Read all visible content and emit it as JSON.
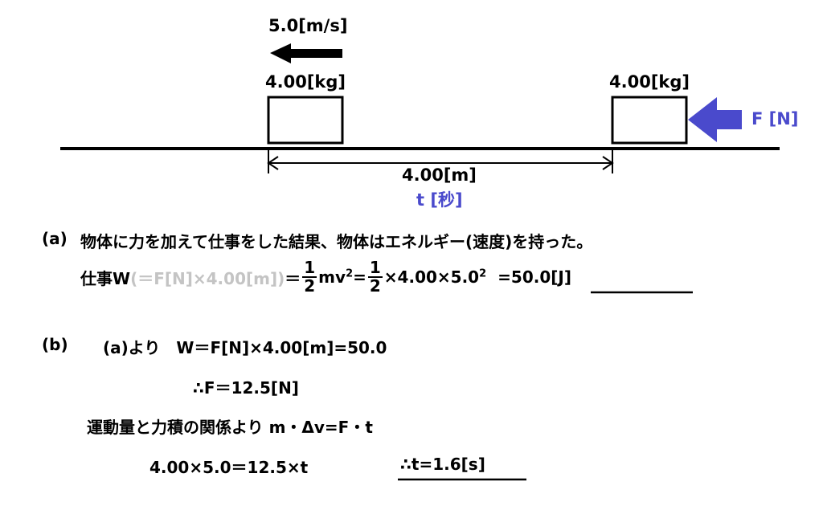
{
  "diagram": {
    "velocity_label": "5.0[m/s]",
    "left_mass_label": "4.00[kg]",
    "right_mass_label": "4.00[kg]",
    "force_label": "F [N]",
    "distance_label": "4.00[m]",
    "time_label": "t [秒]",
    "colors": {
      "force": "#4a4acc",
      "gray": "#c4c4c4"
    }
  },
  "part_a": {
    "marker": "(a)",
    "statement": "物体に力を加えて仕事をした結果、物体はエネルギー(速度)を持った。",
    "work_label": "仕事W",
    "work_note": "(＝F[N]×4.00[m])",
    "eq_sign": "＝",
    "frac_num": "1",
    "frac_den": "2",
    "mv": "mv",
    "sq": "2",
    "eq2": "=",
    "frac2_num": "1",
    "frac2_den": "2",
    "calc": "×4.00×5.0",
    "sq2": "2",
    "answer": "=50.0[J]"
  },
  "part_b": {
    "marker": "(b)",
    "line1": "(a)より　W＝F[N]×4.00[m]=50.0",
    "line2": "∴F＝12.5[N]",
    "line3": "運動量と力積の関係より m・Δv=F・t",
    "line4": "4.00×5.0＝12.5×t",
    "answer": "∴t=1.6[s]"
  }
}
